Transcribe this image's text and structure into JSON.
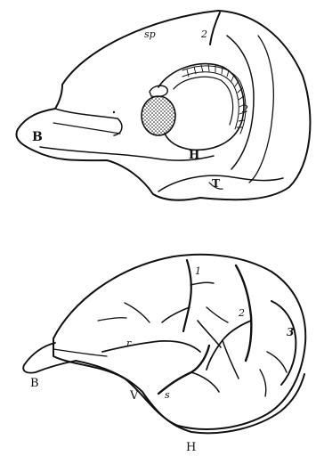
{
  "figures": {
    "top": {
      "labels": {
        "sp": "sp",
        "two_upper": "2",
        "two_right": "2",
        "B": "B",
        "H": "H",
        "T": "T"
      }
    },
    "bottom": {
      "labels": {
        "one": "1",
        "two": "2",
        "three": "3",
        "r": "r",
        "s": "s",
        "B": "B",
        "V": "V",
        "H": "H"
      }
    }
  },
  "colors": {
    "ink": "#111111",
    "paper": "#ffffff"
  }
}
